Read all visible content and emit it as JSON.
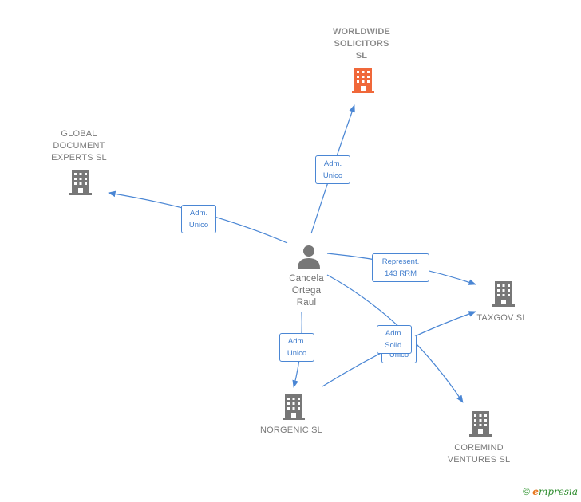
{
  "nodes": {
    "worldwide": {
      "label": "WORLDWIDE\nSOLICITORS\nSL",
      "color": "#f0683a"
    },
    "global": {
      "label": "GLOBAL\nDOCUMENT\nEXPERTS  SL",
      "color": "#777777"
    },
    "person": {
      "label": "Cancela\nOrtega\nRaul",
      "color": "#777777"
    },
    "taxgov": {
      "label": "TAXGOV  SL",
      "color": "#777777"
    },
    "norgenic": {
      "label": "NORGENIC  SL",
      "color": "#777777"
    },
    "coremind": {
      "label": "COREMIND\nVENTURES  SL",
      "color": "#777777"
    }
  },
  "edges": {
    "to_worldwide": "Adm.\nUnico",
    "to_global": "Adm.\nUnico",
    "to_taxgov": "Represent.\n143 RRM",
    "to_norgenic": "Adm.\nUnico",
    "to_coremind": "Adm.\nUnico",
    "norgenic_to_taxgov": "Adm.\nSolid."
  },
  "edge_color": "#4a86d4",
  "footer": {
    "copyright": "©",
    "brand_rest": "mpresia",
    "brand_e": "e"
  }
}
